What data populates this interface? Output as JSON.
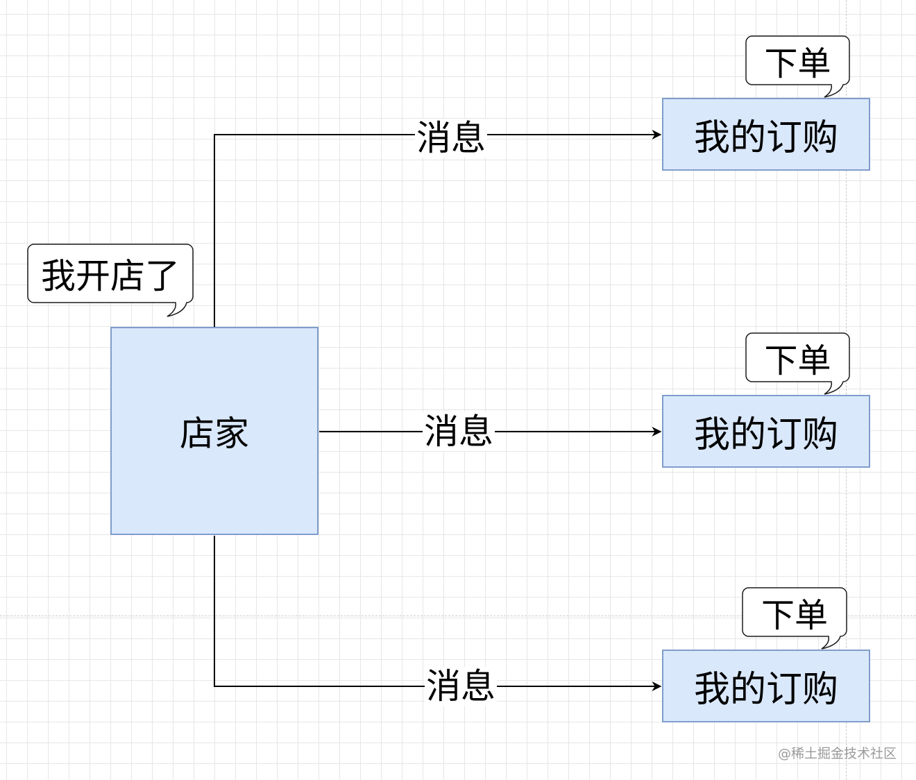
{
  "diagram": {
    "store_node": {
      "label": "店家"
    },
    "store_callout": {
      "text": "我开店了"
    },
    "edges": [
      {
        "label": "消息"
      },
      {
        "label": "消息"
      },
      {
        "label": "消息"
      }
    ],
    "order_nodes": [
      {
        "label": "我的订购",
        "callout": "下单"
      },
      {
        "label": "我的订购",
        "callout": "下单"
      },
      {
        "label": "我的订购",
        "callout": "下单"
      }
    ]
  },
  "watermark": "@稀土掘金技术社区",
  "colors": {
    "node_fill": "#dae8fc",
    "node_stroke": "#7f9ccb",
    "edge_stroke": "#000000",
    "grid": "#e6e6e6"
  }
}
